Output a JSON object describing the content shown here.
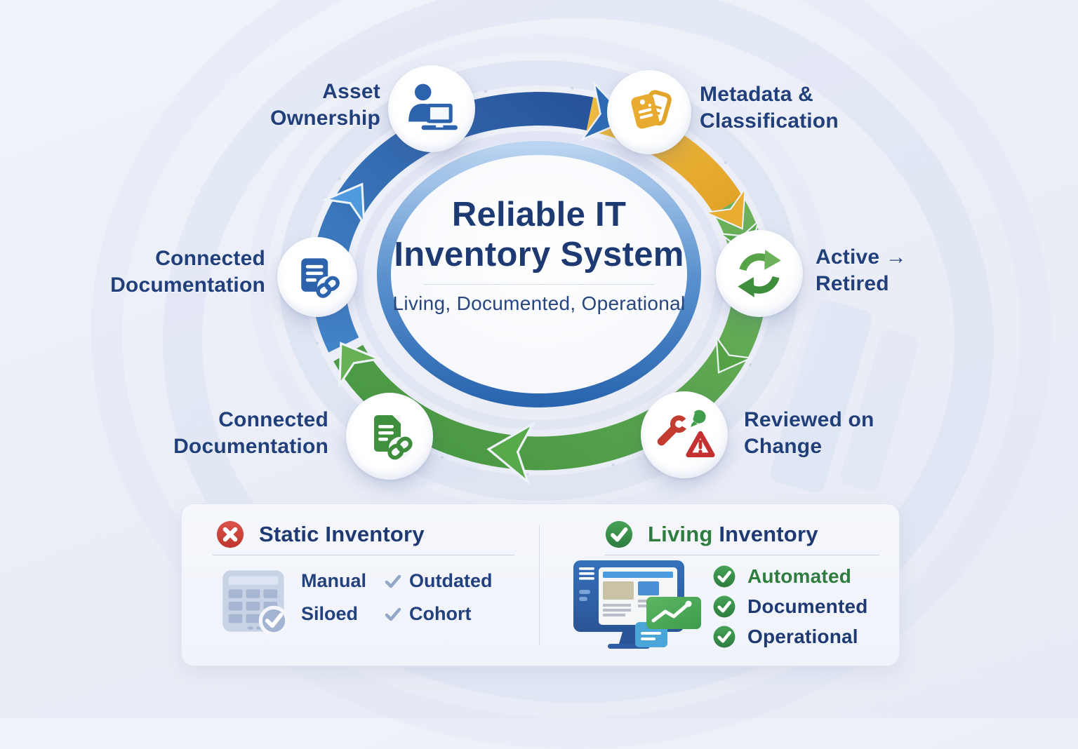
{
  "title": {
    "line1": "Reliable IT",
    "line2": "Inventory System",
    "subtitle": "Living, Documented, Operational"
  },
  "cycle": {
    "nodes": [
      {
        "id": "asset-ownership",
        "icon": "user-laptop-icon",
        "label_line1": "Asset",
        "label_line2": "Ownership"
      },
      {
        "id": "metadata-classification",
        "icon": "tags-icon",
        "label_line1": "Metadata &",
        "label_line2": "Classification"
      },
      {
        "id": "active-retired",
        "icon": "refresh-cycle-icon",
        "label_line1": "Active →",
        "label_line2": "Retired"
      },
      {
        "id": "reviewed-on-change",
        "icon": "wrench-alert-icon",
        "label_line1": "Reviewed on",
        "label_line2": "Change"
      },
      {
        "id": "connected-documentation-bottom",
        "icon": "document-link-green-icon",
        "label_line1": "Connected",
        "label_line2": "Documentation"
      },
      {
        "id": "connected-documentation-left",
        "icon": "document-link-blue-icon",
        "label_line1": "Connected",
        "label_line2": "Documentation"
      }
    ],
    "ring_colors": {
      "blue": "#2e6cb5",
      "light_blue": "#4f9ade",
      "yellow": "#e9ae31",
      "green": "#57a94a"
    }
  },
  "comparison": {
    "static": {
      "title": "Static Inventory",
      "icon": "x-circle-icon",
      "accent": "#c8403a",
      "spreadsheet_icon": "spreadsheet-grid-icon",
      "items_col1": [
        "Manual",
        "Siloed"
      ],
      "items_col2": [
        "Outdated",
        "Cohort"
      ]
    },
    "living": {
      "title_word1": "Living",
      "title_word2": "Inventory",
      "icon": "check-circle-icon",
      "accent": "#2e8b46",
      "device_icon": "monitor-dashboard-icon",
      "items": [
        "Automated",
        "Documented",
        "Operational"
      ]
    }
  },
  "colors": {
    "navy_text": "#21407b",
    "green_text": "#2e7d3f",
    "panel_bg": "#f3f5fb",
    "page_bg": "#ebeef7",
    "muted_check": "#93a7c8"
  }
}
